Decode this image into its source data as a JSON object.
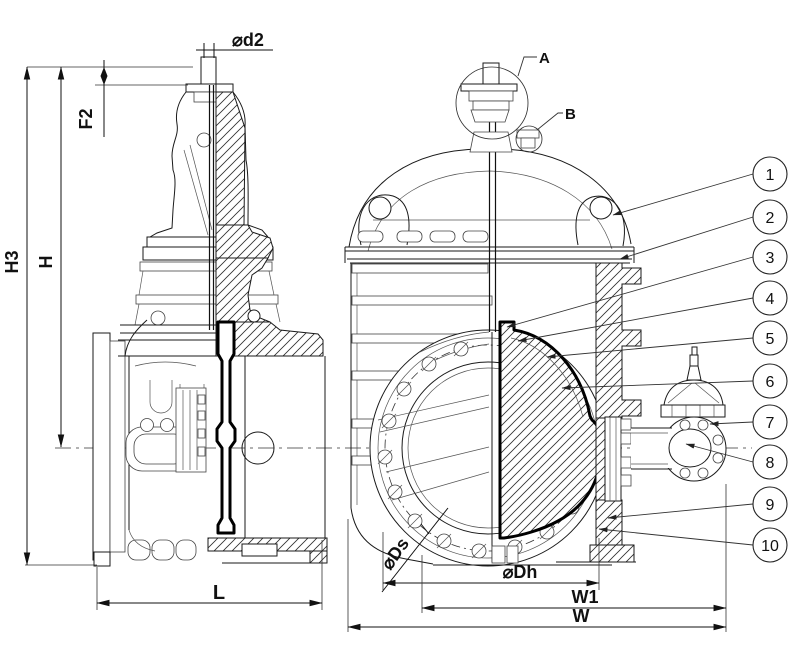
{
  "colors": {
    "background": "#ffffff",
    "line": "#1a1a1a"
  },
  "dimensions": {
    "d2": "⌀d2",
    "f2": "F2",
    "h": "H",
    "h3": "H3",
    "l": "L",
    "ds": "⌀Ds",
    "dh": "⌀Dh",
    "w1": "W1",
    "w": "W"
  },
  "details": {
    "a": "A",
    "b": "B"
  },
  "callouts": [
    {
      "label": "1"
    },
    {
      "label": "2"
    },
    {
      "label": "3"
    },
    {
      "label": "4"
    },
    {
      "label": "5"
    },
    {
      "label": "6"
    },
    {
      "label": "7"
    },
    {
      "label": "8"
    },
    {
      "label": "9"
    },
    {
      "label": "10"
    }
  ]
}
